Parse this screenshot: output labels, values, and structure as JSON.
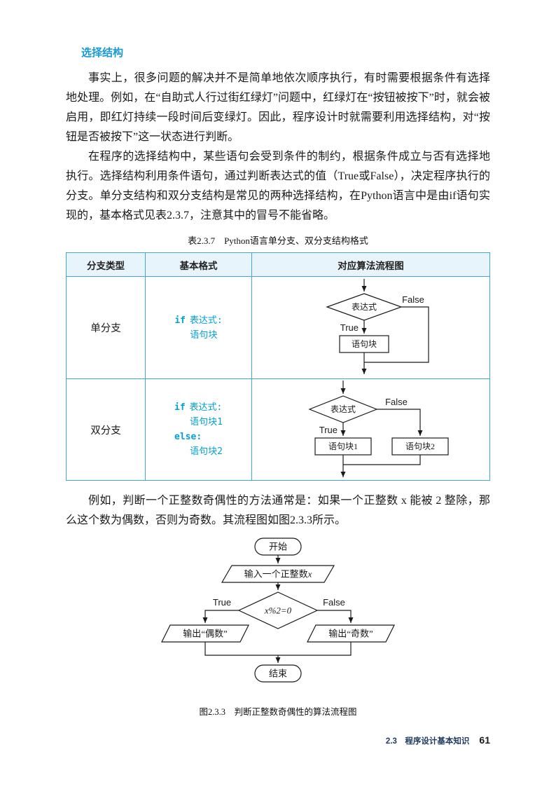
{
  "heading": "选择结构",
  "paragraphs": {
    "p1": "事实上，很多问题的解决并不是简单地依次顺序执行，有时需要根据条件有选择地处理。例如，在“自助式人行过街红绿灯”问题中，红绿灯在“按钮被按下”时，就会被启用，即红灯持续一段时间后变绿灯。因此，程序设计时就需要利用选择结构，对“按钮是否被按下”这一状态进行判断。",
    "p2": "在程序的选择结构中，某些语句会受到条件的制约，根据条件成立与否有选择地执行。选择结构利用条件语句，通过判断表达式的值（True或False），决定程序执行的分支。单分支结构和双分支结构是常见的两种选择结构，在Python语言中是由if语句实现的，基本格式见表2.3.7，注意其中的冒号不能省略。",
    "p3": "例如，判断一个正整数奇偶性的方法通常是：如果一个正整数 x 能被 2 整除，那么这个数为偶数，否则为奇数。其流程图如图2.3.3所示。"
  },
  "table": {
    "caption": "表2.3.7　Python语言单分支、双分支结构格式",
    "headers": [
      "分支类型",
      "基本格式",
      "对应算法流程图"
    ],
    "row1": {
      "type": "单分支",
      "code": {
        "kw_if": "if",
        "cond": "表达式:",
        "block": "语句块"
      },
      "flow": {
        "cond": "表达式",
        "true_label": "True",
        "false_label": "False",
        "block": "语句块"
      }
    },
    "row2": {
      "type": "双分支",
      "code": {
        "kw_if": "if",
        "cond": "表达式:",
        "block1": "语句块1",
        "kw_else": "else:",
        "block2": "语句块2"
      },
      "flow": {
        "cond": "表达式",
        "true_label": "True",
        "false_label": "False",
        "block1": "语句块1",
        "block2": "语句块2"
      }
    }
  },
  "figure": {
    "caption": "图2.3.3　判断正整数奇偶性的算法流程图",
    "flow": {
      "start": "开始",
      "input_prefix": "输入一个正整数",
      "input_var": "x",
      "cond": "x%2=0",
      "true_label": "True",
      "false_label": "False",
      "output_even": "输出“偶数”",
      "output_odd": "输出“奇数”",
      "end": "结束"
    }
  },
  "footer": {
    "section": "2.3　程序设计基本知识",
    "page_number": "61"
  },
  "theme": {
    "accent_blue": "#189ad6",
    "table_border": "#45a5d6",
    "table_header_bg": "#e8f4fb",
    "code_color": "#00a2d4",
    "footer_blue": "#1e3a5f"
  }
}
